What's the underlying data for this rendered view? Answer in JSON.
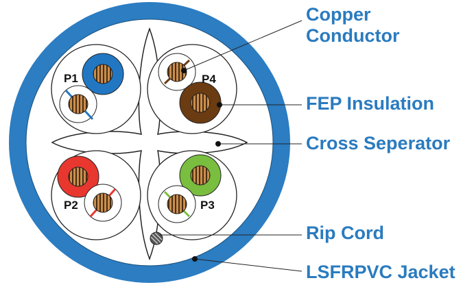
{
  "colors": {
    "jacket": "#2c7dc2",
    "label_text": "#2a7bbf",
    "pair1_color": "#2277c3",
    "pair2_color": "#e8372f",
    "pair3_color": "#79be3f",
    "pair4_color": "#6b3b12",
    "copper": "#b57a3a",
    "outline": "#222222"
  },
  "pairs": [
    "P1",
    "P2",
    "P3",
    "P4"
  ],
  "labels": {
    "copper_conductor_line1": "Copper",
    "copper_conductor_line2": "Conductor",
    "fep_insulation": "FEP Insulation",
    "cross_separator": "Cross Seperator",
    "rip_cord": "Rip Cord",
    "jacket": "LSFRPVC Jacket"
  }
}
